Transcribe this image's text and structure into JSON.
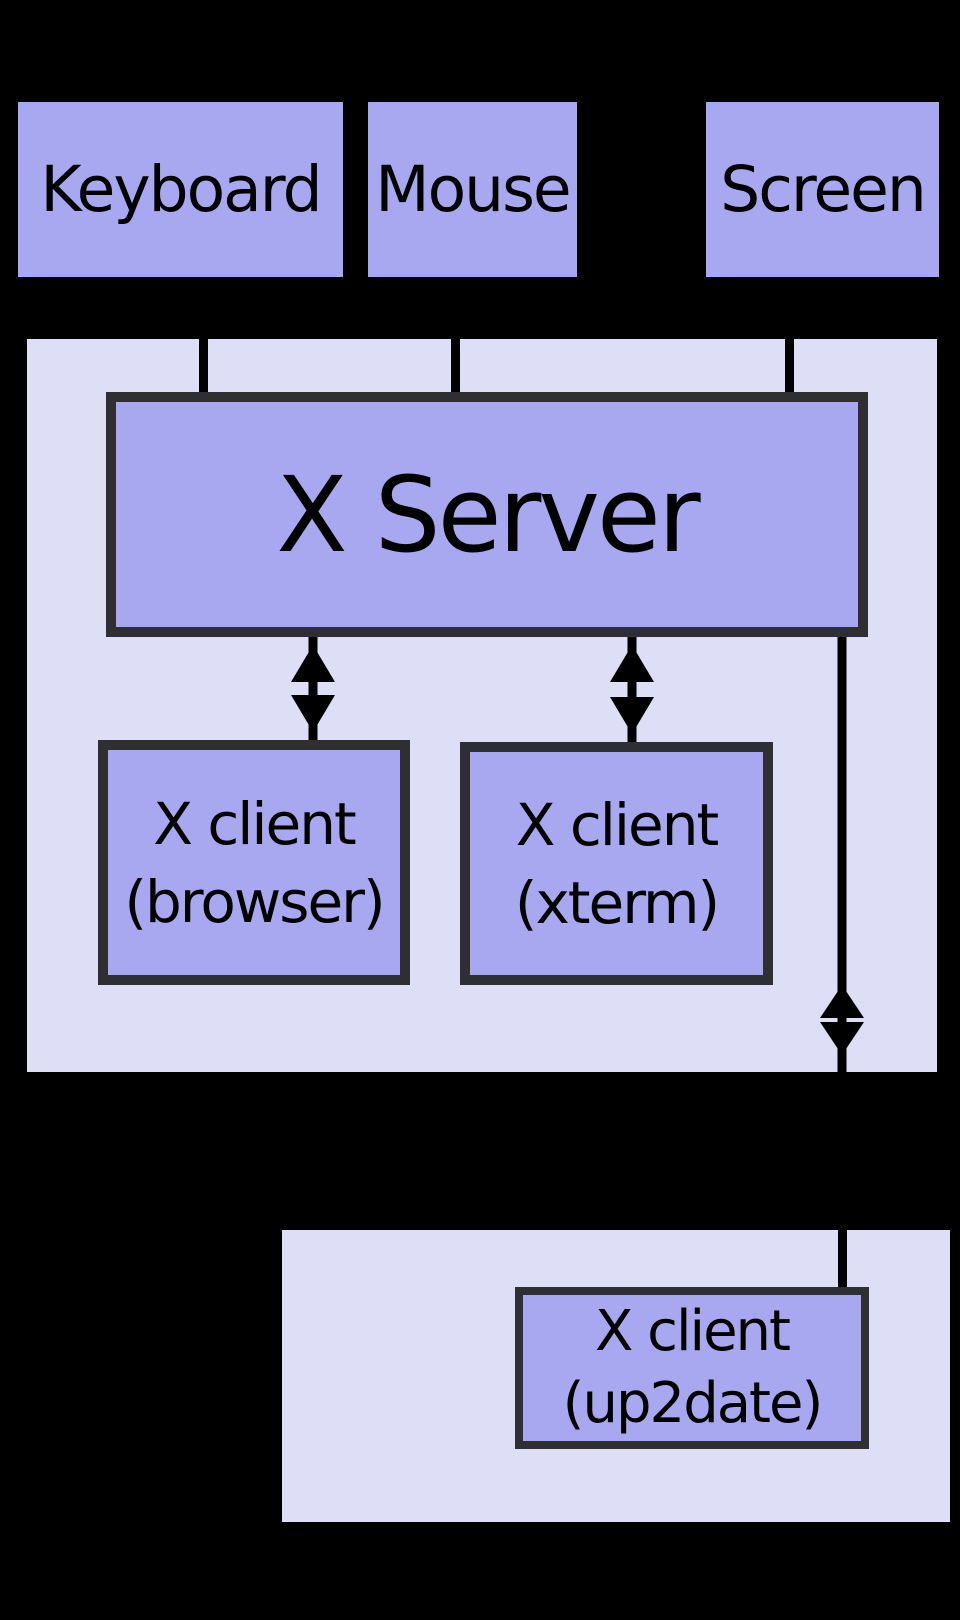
{
  "diagram": {
    "background": "#000000",
    "colors": {
      "box_fill": "#a8a8f0",
      "container_fill": "#dedef7",
      "border": "#2f2f33",
      "line": "#000000",
      "text": "#000000"
    },
    "devices": [
      {
        "id": "keyboard",
        "label": "Keyboard"
      },
      {
        "id": "mouse",
        "label": "Mouse"
      },
      {
        "id": "screen",
        "label": "Screen"
      }
    ],
    "server": {
      "label": "X Server"
    },
    "clients": [
      {
        "id": "browser",
        "line1": "X client",
        "line2": "(browser)"
      },
      {
        "id": "xterm",
        "line1": "X client",
        "line2": "(xterm)"
      },
      {
        "id": "up2date",
        "line1": "X client",
        "line2": "(up2date)"
      }
    ],
    "connectors": [
      {
        "id": "keyboard-to-server",
        "type": "line"
      },
      {
        "id": "mouse-to-server",
        "type": "line"
      },
      {
        "id": "screen-to-server",
        "type": "line"
      },
      {
        "id": "server-to-browser",
        "type": "double-arrow"
      },
      {
        "id": "server-to-xterm",
        "type": "double-arrow"
      },
      {
        "id": "server-to-up2date",
        "type": "double-arrow"
      }
    ]
  }
}
